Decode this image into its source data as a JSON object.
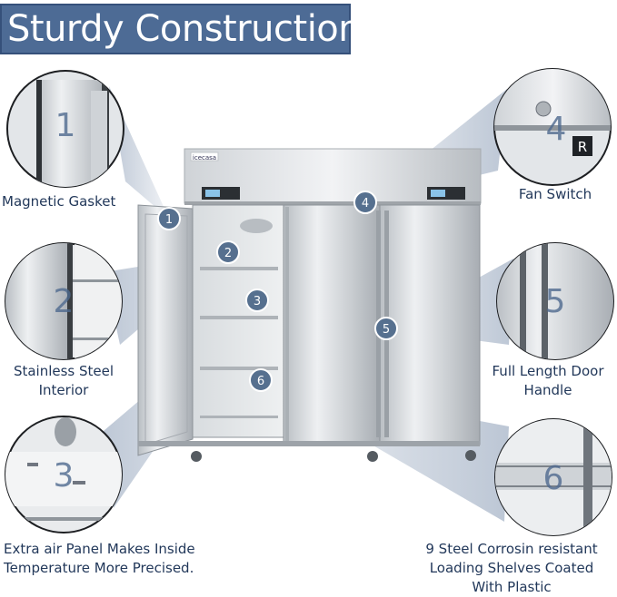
{
  "title": "Sturdy Construction:",
  "brand": "icecasa",
  "features": [
    {
      "number": "1",
      "lines": [
        "Magnetic Gasket"
      ]
    },
    {
      "number": "2",
      "lines": [
        "Stainless Steel",
        "Interior"
      ]
    },
    {
      "number": "3",
      "lines": [
        "Extra air Panel Makes Inside",
        "Temperature More Precised."
      ]
    },
    {
      "number": "4",
      "lines": [
        "Fan Switch"
      ]
    },
    {
      "number": "5",
      "lines": [
        "Full Length Door",
        "Handle"
      ]
    },
    {
      "number": "6",
      "lines": [
        "9 Steel Corrosin resistant",
        "Loading Shelves Coated",
        "With Plastic"
      ]
    }
  ],
  "switch_letter": "R",
  "colors": {
    "banner": "#4d6b95",
    "marker": "#56708f",
    "text": "#22385a",
    "beam": "#6e85a7"
  }
}
